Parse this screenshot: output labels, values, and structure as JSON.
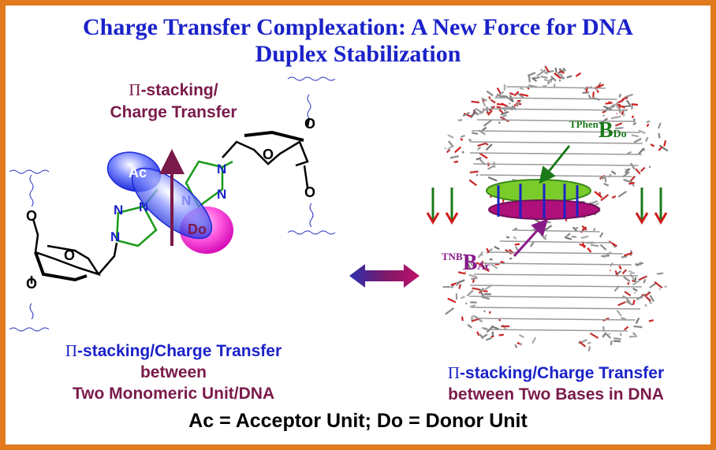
{
  "title": {
    "line1": "Charge Transfer Complexation: A New Force for DNA",
    "line2": "Duplex Stabilization"
  },
  "left": {
    "top_label_pi": "Π",
    "top_label_line1": "-stacking/",
    "top_label_line2": "Charge Transfer",
    "acceptor_label": "Ac",
    "donor_label": "Do",
    "bottom_pi": "Π",
    "bottom_line1": "-stacking/Charge Transfer",
    "bottom_line2": "between",
    "bottom_line3": "Two Monomeric Unit/DNA"
  },
  "right": {
    "donor_base_sup": "TPhen",
    "donor_base_main": "B",
    "donor_base_sub": "Do",
    "acceptor_base_sup": "TNB",
    "acceptor_base_main": "B",
    "acceptor_base_sub": "Ac",
    "bottom_pi": "Π",
    "bottom_line1": "-stacking/Charge Transfer",
    "bottom_line2": "between Two Bases in DNA"
  },
  "footer": "Ac = Acceptor Unit; Do = Donor Unit",
  "colors": {
    "border": "#e07a1c",
    "title": "#1b22c9",
    "maroon": "#7a1a4a",
    "donor_green": "#1a7a1a",
    "acceptor_magenta": "#c21a9a"
  }
}
